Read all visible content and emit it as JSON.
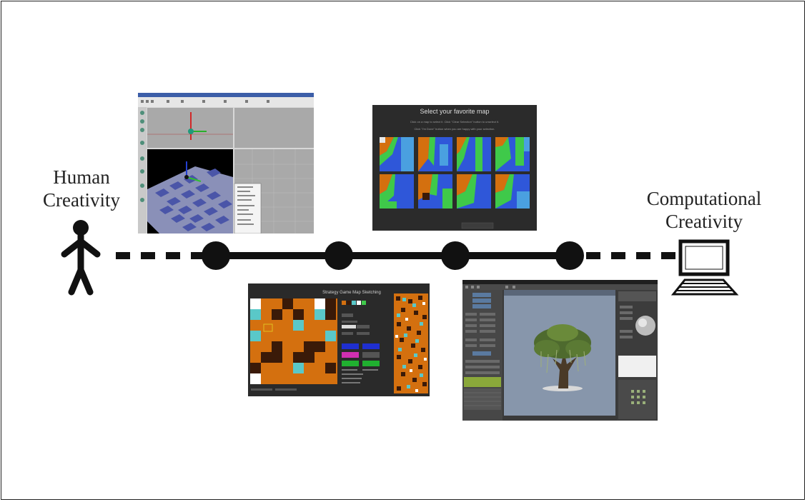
{
  "left_label": [
    "Human",
    "Creativity"
  ],
  "right_label": [
    "Computational",
    "Creativity"
  ],
  "screens": {
    "top_left": {
      "description_name": "3d-level-editor-screenshot"
    },
    "top_right": {
      "title": "Select your favorite map",
      "instruction1": "Click on a map to select it. Click \"Clear Selection\" button to unselect it.",
      "instruction2": "Click \"I'm Done\" button when you are happy with your selection."
    },
    "bottom_left": {
      "title": "Strategy Game Map Sketching"
    },
    "bottom_right": {
      "description_name": "3d-tree-modeling-screenshot"
    }
  },
  "colors": {
    "line": "#111111",
    "map_orange": "#d4700f",
    "map_blue": "#2f57d9",
    "map_green": "#3fc94a",
    "map_cyan": "#5ac8c8",
    "map_brown": "#3a1a08",
    "dark_panel": "#2a2a2a"
  }
}
